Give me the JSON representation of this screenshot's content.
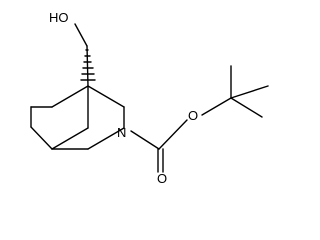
{
  "molecule": {
    "labels": {
      "hydroxyl": "HO",
      "nitrogen": "N",
      "ester_oxygen": "O",
      "carbonyl_oxygen": "O"
    },
    "stereo": {
      "c8_substituent": "hashed-wedge"
    },
    "colors": {
      "bond": "#000000",
      "background": "#ffffff"
    }
  }
}
